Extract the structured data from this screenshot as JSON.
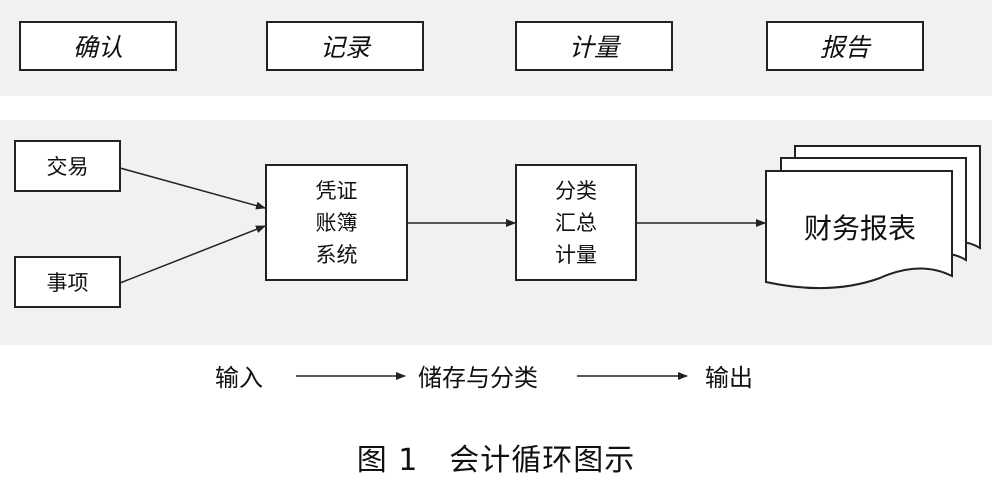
{
  "stages": [
    "确认",
    "记录",
    "计量",
    "报告"
  ],
  "inputs": [
    "交易",
    "事项"
  ],
  "voucher_box": [
    "凭证",
    "账簿",
    "系统"
  ],
  "classify_box": [
    "分类",
    "汇总",
    "计量"
  ],
  "report_label": "财务报表",
  "flow": {
    "input": "输入",
    "store": "储存与分类",
    "output": "输出"
  },
  "caption": "图 1　会计循环图示"
}
